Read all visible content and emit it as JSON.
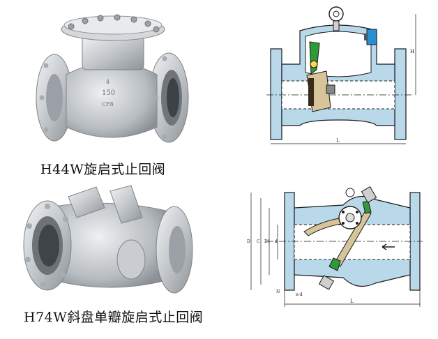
{
  "products": [
    {
      "caption": "H44W旋启式止回阀",
      "photo_markings": [
        "4",
        "150",
        "CF8"
      ],
      "drawing_labels": {
        "height": "H",
        "length": "L"
      }
    },
    {
      "caption": "H74W斜盘单瓣旋启式止回阀",
      "drawing_labels": {
        "d_outer": "D",
        "d_bolt": "C",
        "d_raised": "D1",
        "d_bore": "d",
        "bolt_count": "N",
        "bolt_hole": "n-d",
        "length": "L"
      }
    }
  ],
  "colors": {
    "steel": "#c8ccd0",
    "steel_dark": "#8a9096",
    "body_blue": "#b9d9ea",
    "outline": "#1a1a1a",
    "disc_green": "#2f9a3a",
    "disc_tan": "#d8c49a",
    "seat_blue": "#2a8fd0"
  }
}
